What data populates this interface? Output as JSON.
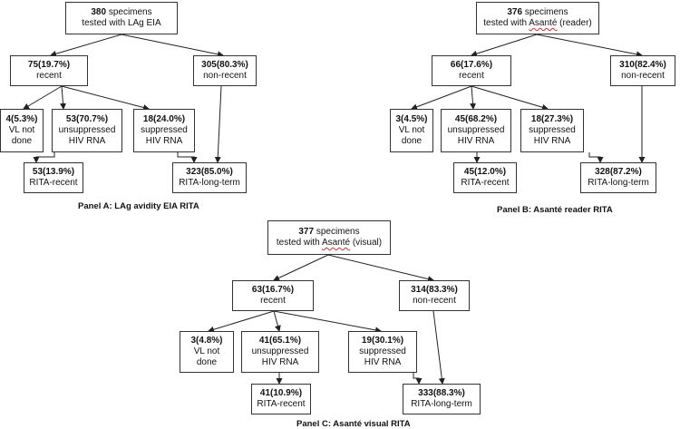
{
  "panels": [
    {
      "id": "A",
      "label": "Panel A: LAg avidity EIA RITA",
      "total": {
        "count": "380",
        "l1": " specimens",
        "l2a": "tested with ",
        "l2b": "LAg EIA",
        "l2c": ""
      },
      "recent": {
        "count": "75(19.7%)",
        "text": "recent"
      },
      "nonrecent": {
        "count": "305(80.3%)",
        "text": "non-recent"
      },
      "vl": {
        "count": "4(5.3%)",
        "l1": "VL not",
        "l2": "done"
      },
      "unsup": {
        "count": "53(70.7%)",
        "l1": "unsuppressed",
        "l2": "HIV RNA"
      },
      "sup": {
        "count": "18(24.0%)",
        "l1": "suppressed",
        "l2": "HIV RNA"
      },
      "rita_recent": {
        "count": "53(13.9%)",
        "text": "RITA-recent"
      },
      "rita_long": {
        "count": "323(85.0%)",
        "text": "RITA-long-term"
      }
    },
    {
      "id": "B",
      "label": "Panel B: Asanté reader RITA",
      "total": {
        "count": "376",
        "l1": " specimens",
        "l2a": "tested with ",
        "l2b": "Asanté",
        "l2c": " (reader)"
      },
      "recent": {
        "count": "66(17.6%)",
        "text": "recent"
      },
      "nonrecent": {
        "count": "310(82.4%)",
        "text": "non-recent"
      },
      "vl": {
        "count": "3(4.5%)",
        "l1": "VL not",
        "l2": "done"
      },
      "unsup": {
        "count": "45(68.2%)",
        "l1": "unsuppressed",
        "l2": "HIV RNA"
      },
      "sup": {
        "count": "18(27.3%)",
        "l1": "suppressed",
        "l2": "HIV RNA"
      },
      "rita_recent": {
        "count": "45(12.0%)",
        "text": "RITA-recent"
      },
      "rita_long": {
        "count": "328(87.2%)",
        "text": "RITA-long-term"
      }
    },
    {
      "id": "C",
      "label": "Panel C: Asanté visual RITA",
      "total": {
        "count": "377",
        "l1": " specimens",
        "l2a": "tested with ",
        "l2b": "Asanté",
        "l2c": " (visual)"
      },
      "recent": {
        "count": "63(16.7%)",
        "text": "recent"
      },
      "nonrecent": {
        "count": "314(83.3%)",
        "text": "non-recent"
      },
      "vl": {
        "count": "3(4.8%)",
        "l1": "VL not",
        "l2": "done"
      },
      "unsup": {
        "count": "41(65.1%)",
        "l1": "unsuppressed",
        "l2": "HIV RNA"
      },
      "sup": {
        "count": "19(30.1%)",
        "l1": "suppressed",
        "l2": "HIV RNA"
      },
      "rita_recent": {
        "count": "41(10.9%)",
        "text": "RITA-recent"
      },
      "rita_long": {
        "count": "333(88.3%)",
        "text": "RITA-long-term"
      }
    }
  ]
}
